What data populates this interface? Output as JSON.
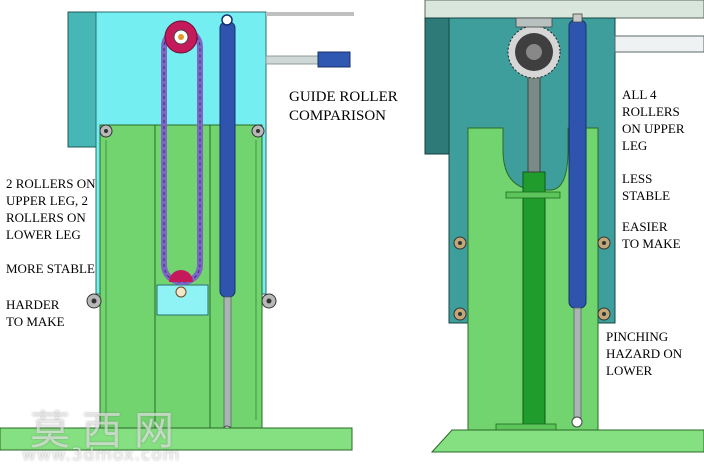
{
  "title": "GUIDE ROLLER\nCOMPARISON",
  "left_design": {
    "label_config": "2 ROLLERS ON\nUPPER LEG, 2\nROLLERS ON\nLOWER LEG",
    "label_pro": "MORE STABLE",
    "label_con": "HARDER\nTO MAKE"
  },
  "right_design": {
    "label_config": "ALL 4\nROLLERS\nON UPPER\nLEG",
    "label_pro": "LESS\nSTABLE",
    "label_ease": "EASIER\nTO MAKE",
    "label_hazard": "PINCHING\nHAZARD ON\nLOWER"
  },
  "watermark": {
    "chinese": "莫西网",
    "url": "www.3dmox.com"
  },
  "colors": {
    "frame_cyan": "#6fe8ea",
    "leg_green": "#6fd06b",
    "base_green": "#82e07e",
    "dark_green": "#1f9a2a",
    "teal_frame": "#3e9b9a",
    "cylinder_blue": "#3050a8",
    "chain_purple": "#8870c8",
    "sprocket_red": "#c21a5a",
    "roller_gray": "#9a9a9a"
  }
}
